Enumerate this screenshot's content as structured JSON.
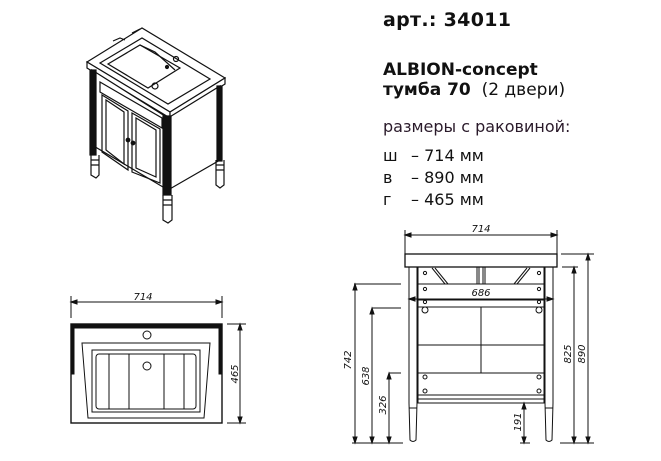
{
  "header": {
    "article_label": "арт.: 34011",
    "model_name": "ALBION-concept",
    "product_type": "тумба 70",
    "product_variant": "(2 двери)"
  },
  "specs": {
    "title": "размеры с раковиной:",
    "rows": [
      {
        "key": "ш",
        "value": "– 714 мм"
      },
      {
        "key": "в",
        "value": "– 890 мм"
      },
      {
        "key": "г",
        "value": "– 465 мм"
      }
    ]
  },
  "top_view": {
    "width_label": "714",
    "depth_label": "465"
  },
  "front_view": {
    "width_label": "714",
    "inner_width_label": "686",
    "heights": {
      "h742": "742",
      "h638": "638",
      "h326": "326",
      "h191": "191",
      "h825": "825",
      "h890": "890"
    }
  }
}
